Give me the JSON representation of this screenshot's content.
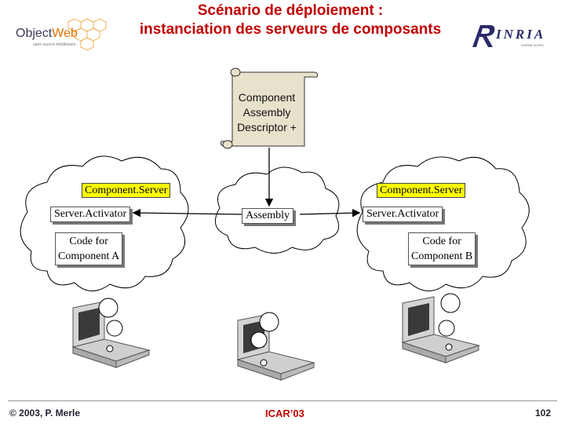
{
  "header": {
    "title_line1": "Scénario de déploiement :",
    "title_line2": "instanciation des serveurs de composants"
  },
  "logos": {
    "objectweb_prefix": "Object",
    "objectweb_suffix": "Web",
    "objectweb_tagline": "open source middleware",
    "inria_name": "INRIA",
    "inria_tagline": "RHÔNE-ALPES"
  },
  "diagram": {
    "descriptor_lines": [
      "Component",
      "Assembly",
      "Descriptor +"
    ],
    "left_server": {
      "server_label": "Component.Server",
      "activator_label": "Server.Activator",
      "code_lines": [
        "Code for",
        "Component A"
      ]
    },
    "right_server": {
      "server_label": "Component.Server",
      "activator_label": "Server.Activator",
      "code_lines": [
        "Code for",
        "Component B"
      ]
    },
    "assembly_label": "Assembly"
  },
  "footer": {
    "copyright": "© 2003, P. Merle",
    "event": "ICAR’03",
    "page": "102"
  },
  "colors": {
    "title": "#c00000",
    "server_box": "#ffff00",
    "scroll": "#e8e2cc"
  }
}
